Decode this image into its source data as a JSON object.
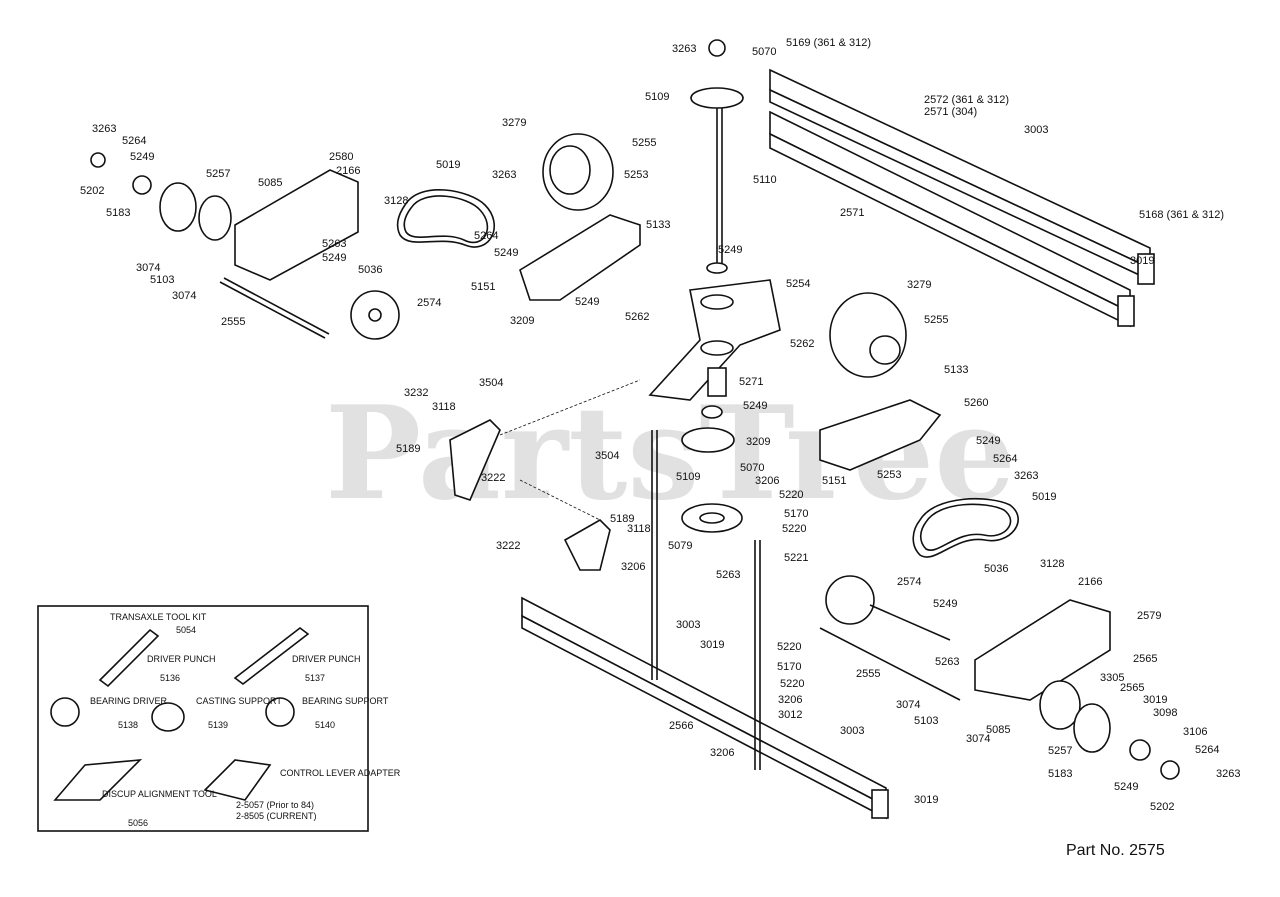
{
  "watermark": "PartsTree",
  "part_number": "Part No. 2575",
  "labels": [
    "3263",
    "5070",
    "5169 (361 & 312)",
    "5109",
    "2572 (361 & 312)",
    "2571 (304)",
    "3263",
    "5264",
    "5249",
    "5202",
    "5183",
    "5257",
    "5085",
    "2580",
    "2166",
    "3279",
    "5255",
    "5019",
    "3263",
    "5110",
    "3003",
    "2571",
    "3128",
    "5253",
    "5133",
    "5264",
    "5249",
    "5168 (361 & 312)",
    "3074",
    "5103",
    "3074",
    "5263",
    "5249",
    "5036",
    "2574",
    "2555",
    "5249",
    "5254",
    "3019",
    "5151",
    "3209",
    "5249",
    "5262",
    "3279",
    "5255",
    "5262",
    "5133",
    "3232",
    "3504",
    "3118",
    "5271",
    "5249",
    "5260",
    "5189",
    "3222",
    "3209",
    "5249",
    "3504",
    "5264",
    "3263",
    "5109",
    "5070",
    "3206",
    "5220",
    "5151",
    "5253",
    "5019",
    "5170",
    "5220",
    "3222",
    "5189",
    "3118",
    "5079",
    "3206",
    "5263",
    "5221",
    "5036",
    "3128",
    "2166",
    "2574",
    "5249",
    "2579",
    "3003",
    "3019",
    "5220",
    "5263",
    "2565",
    "5170",
    "5220",
    "2555",
    "3305",
    "2565",
    "3019",
    "3098",
    "3206",
    "3012",
    "3074",
    "5103",
    "3074",
    "5085",
    "3106",
    "2566",
    "5257",
    "5264",
    "3003",
    "3206",
    "5183",
    "5249",
    "5202",
    "3263",
    "3019"
  ],
  "kit": {
    "title": "TRANSAXLE TOOL KIT",
    "number": "5054",
    "items": [
      {
        "name": "DRIVER PUNCH",
        "num": "5136"
      },
      {
        "name": "DRIVER PUNCH",
        "num": "5137"
      },
      {
        "name": "BEARING DRIVER",
        "num": "5138"
      },
      {
        "name": "CASTING SUPPORT",
        "num": "5139"
      },
      {
        "name": "BEARING SUPPORT",
        "num": "5140"
      },
      {
        "name": "DISCUP ALIGNMENT TOOL",
        "num": "5056"
      },
      {
        "name": "CONTROL LEVER ADAPTER",
        "num": "2-5057 (Prior to 84)"
      },
      {
        "name": "",
        "num": "2-8505 (CURRENT)"
      }
    ]
  }
}
